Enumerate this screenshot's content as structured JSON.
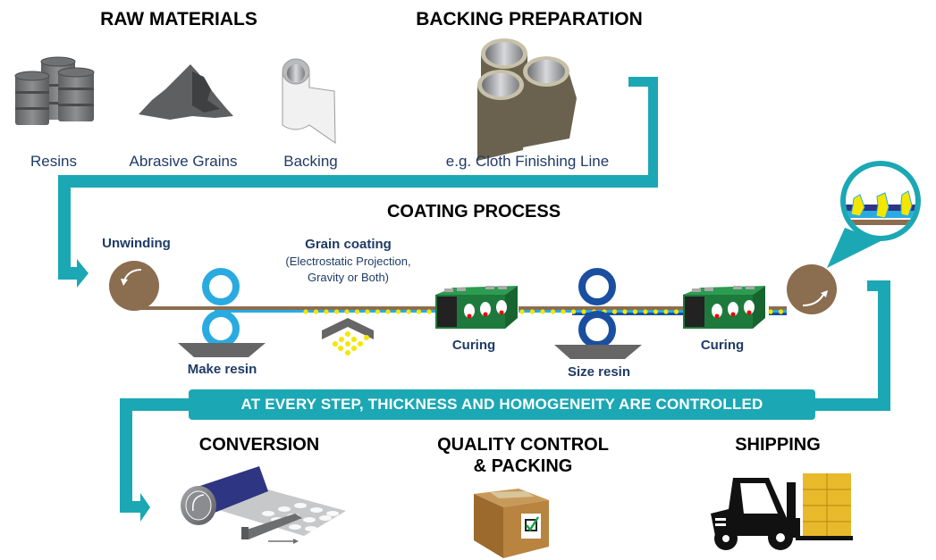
{
  "sections": {
    "raw_materials": {
      "title": "RAW MATERIALS",
      "items": [
        {
          "label": "Resins",
          "icon": "oil-drums-icon"
        },
        {
          "label": "Abrasive Grains",
          "icon": "grain-pile-icon"
        },
        {
          "label": "Backing",
          "icon": "paper-roll-icon"
        }
      ]
    },
    "backing_preparation": {
      "title": "BACKING PREPARATION",
      "caption": "e.g. Cloth Finishing Line",
      "icon": "cloth-rolls-icon"
    },
    "coating_process": {
      "title": "COATING PROCESS",
      "steps": {
        "unwinding": "Unwinding",
        "make_resin": "Make resin",
        "grain_coating": "Grain coating",
        "grain_coating_detail_1": "(Electrostatic Projection,",
        "grain_coating_detail_2": "Gravity or Both)",
        "curing_1": "Curing",
        "size_resin": "Size resin",
        "curing_2": "Curing"
      }
    },
    "banner": "AT EVERY STEP, THICKNESS AND HOMOGENEITY ARE CONTROLLED",
    "conversion": {
      "title": "CONVERSION",
      "icon": "conversion-roller-icon"
    },
    "quality_control": {
      "title_line1": "QUALITY CONTROL",
      "title_line2": "& PACKING",
      "icon": "checked-box-icon"
    },
    "shipping": {
      "title": "SHIPPING",
      "icon": "forklift-icon"
    }
  },
  "colors": {
    "flow_teal": "#1ba8b4",
    "label_navy": "#1f3b66",
    "backing_brown": "#8b6d4f",
    "make_resin_blue": "#29abe2",
    "size_resin_blue": "#1a4fa0",
    "grain_yellow": "#f5e600",
    "oven_green": "#1e7a3c"
  }
}
